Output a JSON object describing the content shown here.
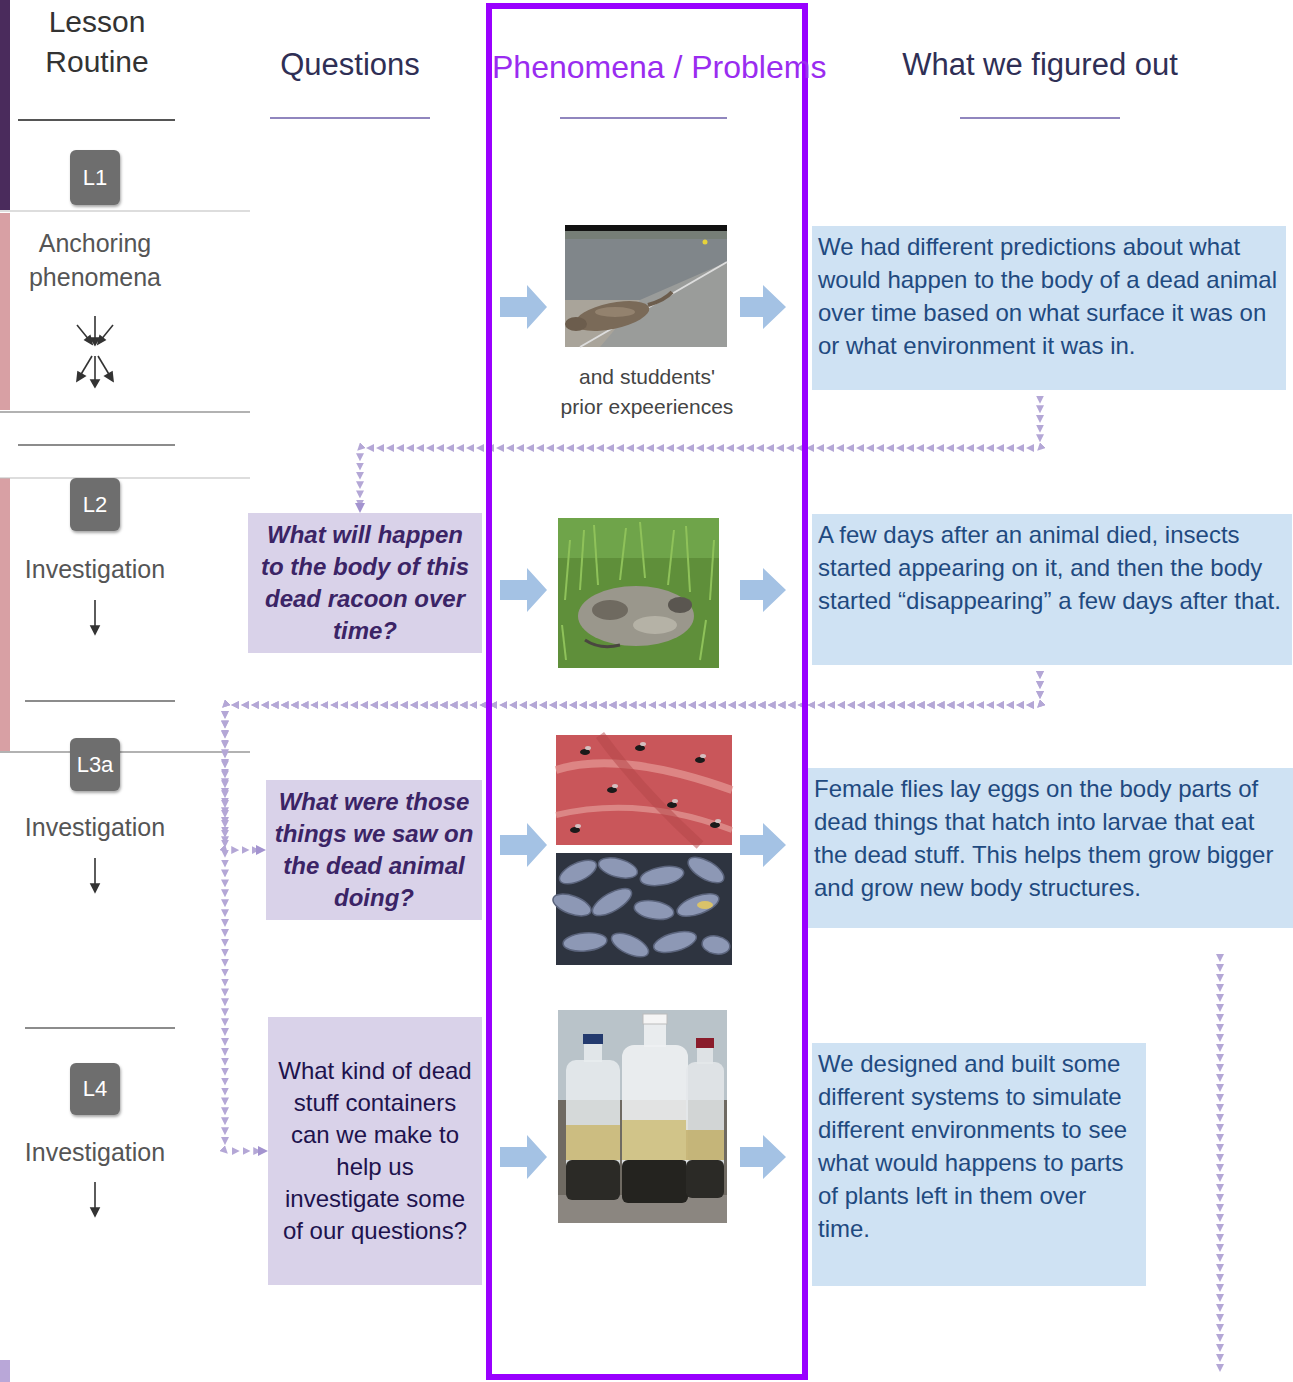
{
  "diagram": {
    "nodes": [
      {
        "text": [
          "Phenomena / Problems",
          "and studdents' prior expeeriences"
        ]
      },
      {
        "text": [
          "L1"
        ]
      },
      {
        "text": [
          "We had different predictions about what would happen to the body of a dead animal over time based on what surface it was on or what environment it was in."
        ]
      },
      {
        "text": [
          "L2"
        ]
      },
      {
        "text": [
          "What will happen to the body of this dead racoon over time?"
        ]
      },
      {
        "text": [
          "A few days after an animal died, insects started appearing on it, and then the body started “disappearing” a few days after that."
        ]
      },
      {
        "text": [
          "L3a"
        ]
      },
      {
        "text": [
          "What were those things we saw on the dead animal doing?"
        ]
      },
      {
        "text": [
          "Female flies lay eggs on the body parts of dead things that hatch into larvae that eat the dead stuff. This helps them grow bigger and grow new body structures."
        ]
      },
      {
        "text": [
          "L4"
        ]
      },
      {
        "text": [
          "What kind of dead stuff containers can we make to help us investigate some of our questions?"
        ]
      },
      {
        "text": [
          "We designed and built some different systems to simulate different environments to see what would happens to parts of plants left in them over time."
        ]
      }
    ],
    "edges": [
      {
        "from": 2,
        "to": 4,
        "arrow": "to"
      },
      {
        "from": 5,
        "to": 7,
        "arrow": "to"
      },
      {
        "from": 5,
        "to": 10,
        "arrow": "to"
      }
    ],
    "labels": [
      "Lesson Routine",
      "Questions",
      "What we figured out",
      "Anchoring phenomena",
      "Investigation",
      "Investigation",
      "Investigation"
    ]
  }
}
